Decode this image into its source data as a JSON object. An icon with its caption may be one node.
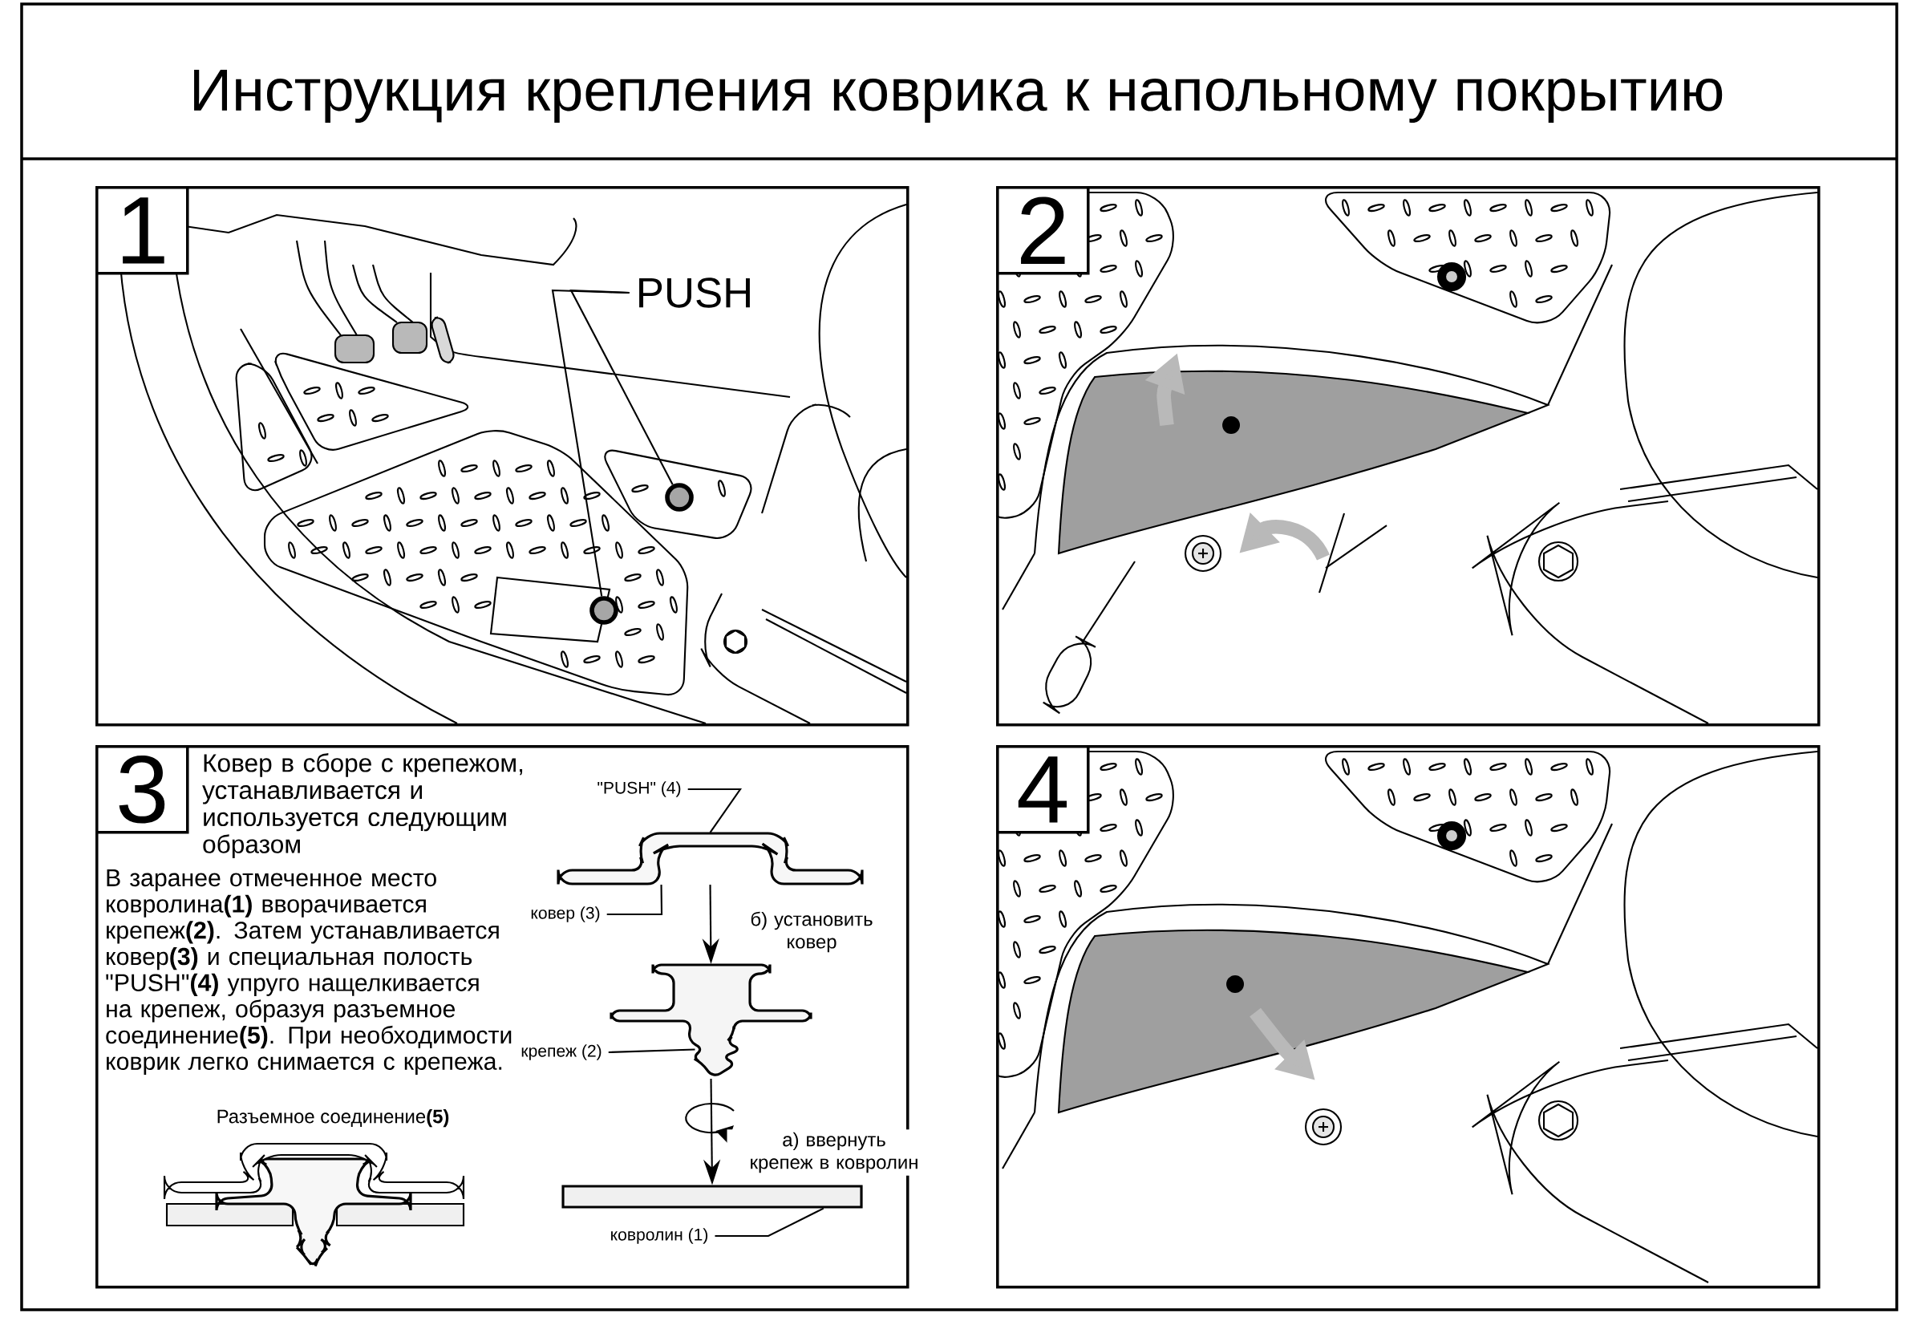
{
  "diagram": {
    "title": "Инструкция крепления коврика к напольному покрытию",
    "nodes": [
      {
        "text": [
          "1"
        ]
      },
      {
        "text": [
          "PUSH"
        ],
        "in": 0
      },
      {
        "text": [],
        "shape": "circle",
        "in": 0
      },
      {
        "text": [],
        "shape": "circle",
        "in": 0
      },
      {
        "text": [
          "2"
        ]
      },
      {
        "text": [
          "3",
          "Ковер в сборе с крепежом, устанавливается и используется следующим образом",
          "В заранее отмеченное место ковролина**(1)** вворачивается крепеж**(2)**. Затем устанавливается ковер**(3)** и специальная полость \"PUSH\"**(4)** упруго нащелкивается на крепеж, образуя разъемное соединение**(5)**. При необходимости коврик легко снимается с крепежа."
        ]
      },
      {
        "text": [
          "\"PUSH\" (4)"
        ],
        "in": 5
      },
      {
        "text": [],
        "shape": "picture",
        "in": 5
      },
      {
        "text": [
          "ковер (3)"
        ],
        "in": 5
      },
      {
        "text": [
          "крепеж (2)"
        ],
        "in": 5
      },
      {
        "text": [],
        "shape": "picture",
        "in": 5
      },
      {
        "text": [
          "ковролин (1)"
        ],
        "in": 5
      },
      {
        "text": [],
        "shape": "bar",
        "in": 5
      },
      {
        "text": [
          "4"
        ]
      }
    ],
    "edges": [
      {
        "from": 1,
        "to": 2,
        "arrow": "none"
      },
      {
        "from": 1,
        "to": 3,
        "arrow": "none"
      },
      {
        "from": 6,
        "to": 7,
        "arrow": "none"
      },
      {
        "from": 8,
        "to": 7,
        "arrow": "none"
      },
      {
        "from": 7,
        "to": 10,
        "arrow": "to",
        "label": "б) установить ковер"
      },
      {
        "from": 9,
        "to": 10,
        "arrow": "none"
      },
      {
        "from": 10,
        "to": 12,
        "arrow": "to",
        "label": "а) ввернуть крепеж в ковролин"
      },
      {
        "from": 11,
        "to": 12,
        "arrow": "none"
      }
    ],
    "labels": [
      "Разъемное соединение**(5)**"
    ]
  }
}
